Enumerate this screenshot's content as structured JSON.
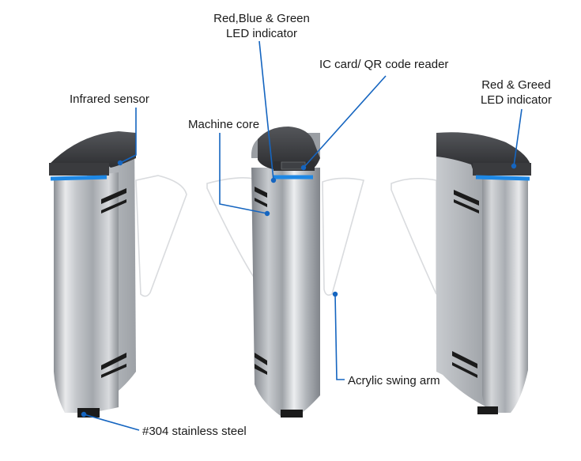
{
  "labels": {
    "rgb_led_line1": "Red,Blue & Green",
    "rgb_led_line2": "LED indicator",
    "ic_reader": "IC card/ QR code reader",
    "rg_led_line1": "Red & Greed",
    "rg_led_line2": "LED indicator",
    "infrared": "Infrared sensor",
    "machine_core": "Machine core",
    "swing_arm": "Acrylic swing arm",
    "steel": "#304 stainless steel"
  },
  "colors": {
    "callout": "#1565c0",
    "led_blue": "#1e88e5",
    "steel_light": "#e6e7e9",
    "steel_mid": "#b7babf",
    "steel_dark": "#7d8187",
    "top_cap": "#3a3b3e",
    "base": "#1b1b1b",
    "text": "#1a1a1a"
  }
}
